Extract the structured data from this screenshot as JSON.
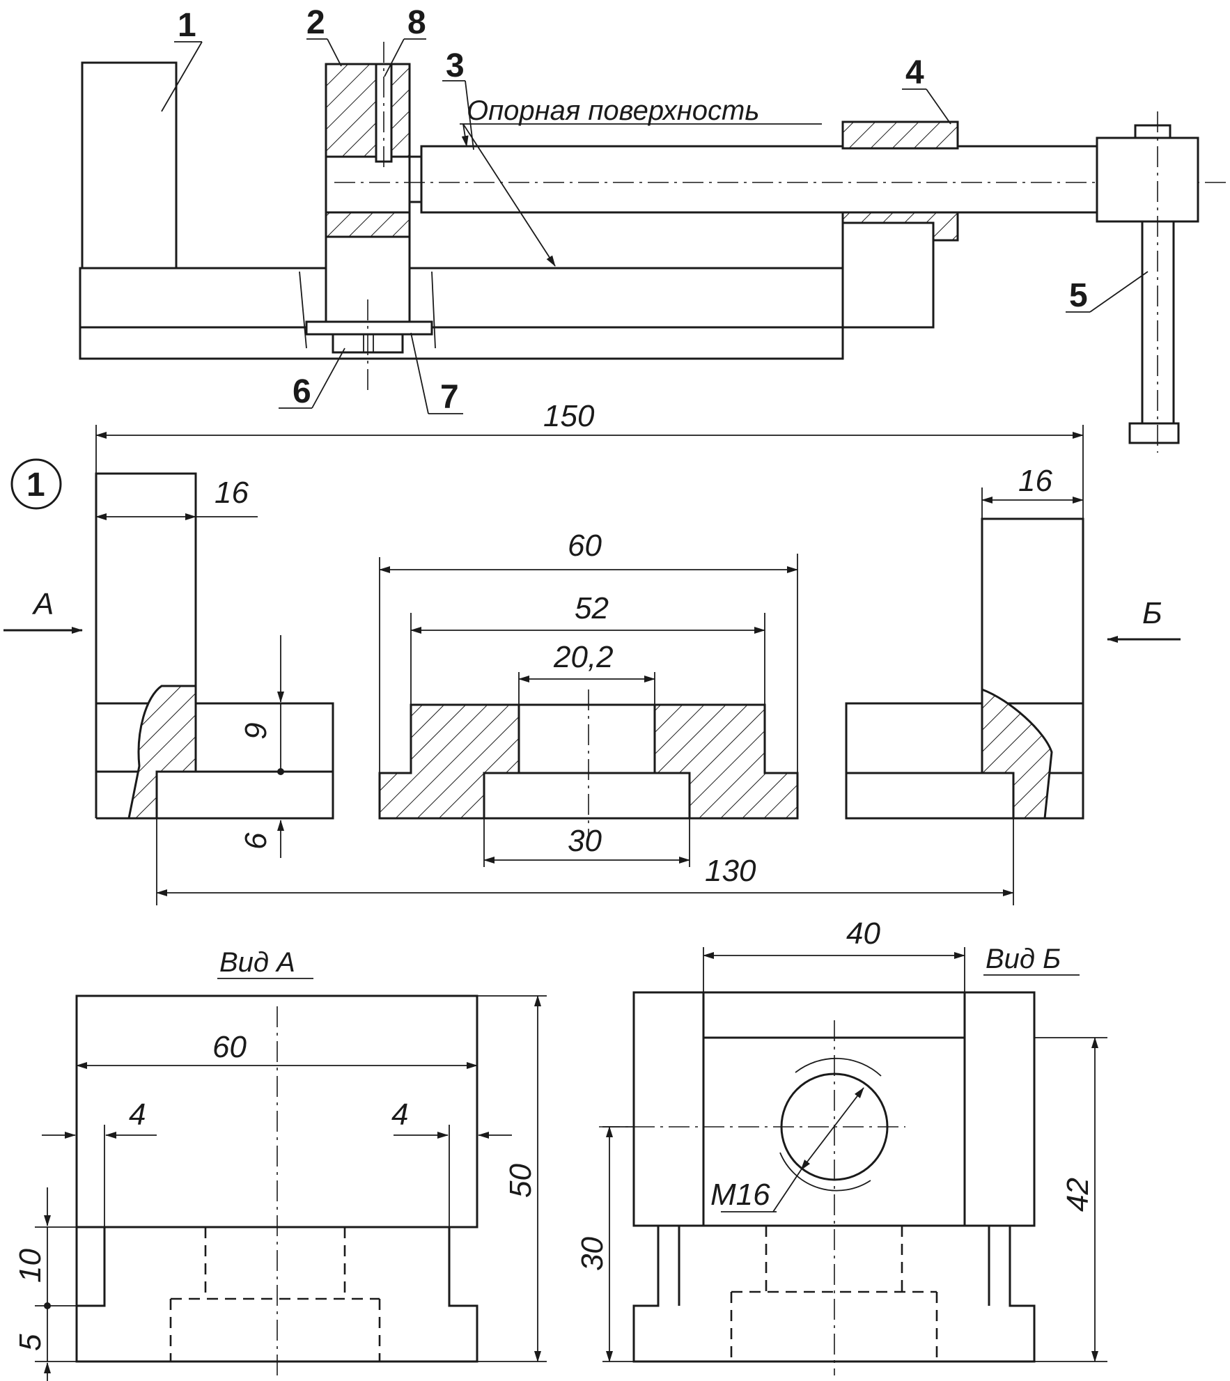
{
  "assembly": {
    "labels": [
      "1",
      "2",
      "8",
      "3",
      "4",
      "5",
      "6",
      "7"
    ],
    "surface_note": "Опорная поверхность"
  },
  "section": {
    "figure_number": "1",
    "view_arrow_a": "А",
    "view_arrow_b": "Б",
    "dims": {
      "overall": "150",
      "left_jaw": "16",
      "right_jaw": "16",
      "slider_outer": "60",
      "slider_inner": "52",
      "slot_width": "20,2",
      "slot_base": "30",
      "rail_length": "130",
      "upper_thickness": "9",
      "lower_thickness": "6"
    }
  },
  "view_a": {
    "title": "Вид А",
    "dims": {
      "width": "60",
      "left_gap": "4",
      "right_gap": "4",
      "height": "50",
      "step": "10",
      "base": "5"
    }
  },
  "view_b": {
    "title": "Вид Б",
    "dims": {
      "opening": "40",
      "thread": "M16",
      "height": "42",
      "axis_height": "30"
    }
  }
}
